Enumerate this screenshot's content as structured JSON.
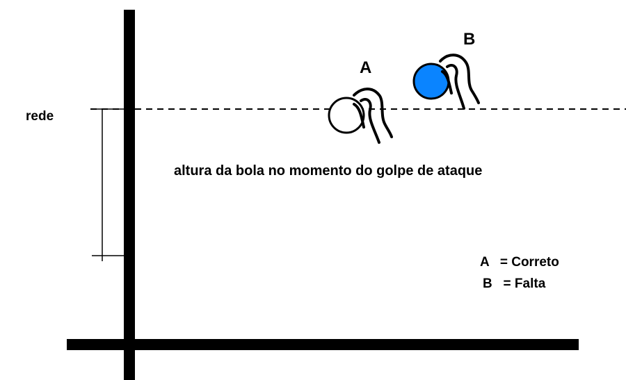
{
  "labels": {
    "net": "rede",
    "ball_a": "A",
    "ball_b": "B",
    "caption": "altura da bola no momento do golpe de ataque"
  },
  "legend": {
    "a_line": "A   = Correto",
    "b_line": "B   = Falta"
  },
  "colors": {
    "ink": "#000000",
    "ball_a_fill": "#ffffff",
    "ball_b_fill": "#0a84ff"
  }
}
